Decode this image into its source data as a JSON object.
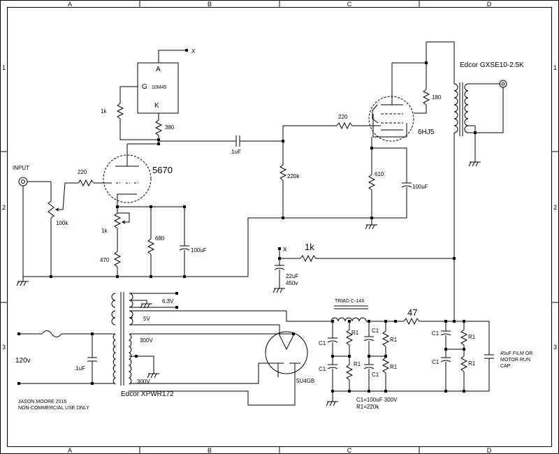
{
  "grid": {
    "columns": [
      "A",
      "B",
      "C",
      "D"
    ],
    "rows": [
      "1",
      "2",
      "3"
    ]
  },
  "labels": {
    "input": "INPUT",
    "r_in": "220",
    "pot": "100k",
    "r_1k_grid": "1k",
    "ic_a": "A",
    "ic_g": "G",
    "ic_k": "K",
    "ic_part": "10M45",
    "x_top": "X",
    "r_380": "380",
    "tube1": "5670",
    "cap_coupling": ".1uF",
    "r_220k": "220k",
    "r_220_grid2": "220",
    "tube2": "6HJ5",
    "r_180": "180",
    "r_610": "610",
    "cap_100uf_1": "100uF",
    "out_xfmr": "Edcor GXSE10-2.5K",
    "r_1k_cath": "1k",
    "r_470": "470",
    "r_680": "680",
    "cap_100uf_2": "100uF",
    "x_mid": "X",
    "r_1k_mid": "1k",
    "cap_22uf": "22uF",
    "cap_450v": "450v",
    "fil_63": "6.3V",
    "fil_5": "5V",
    "hv_300_top": "300V",
    "hv_300_bot": "300V",
    "mains": "120v",
    "cap_01": ".1uF",
    "pwr_xfmr": "Edcor  XPWR172",
    "rect": "5U4GB",
    "choke": "TRIAD C-14X",
    "r_47": "47",
    "c1": "C1",
    "r1": "R1",
    "legend_c1": "C1=100uF 300V",
    "legend_r1": "R1=220k",
    "film_cap_1": "45uF FILM OR",
    "film_cap_2": "MOTOR RUN",
    "film_cap_3": "CAP",
    "author_1": "JASON MOORE 2016",
    "author_2": "NON-COMMERCIAL USE ONLY"
  }
}
